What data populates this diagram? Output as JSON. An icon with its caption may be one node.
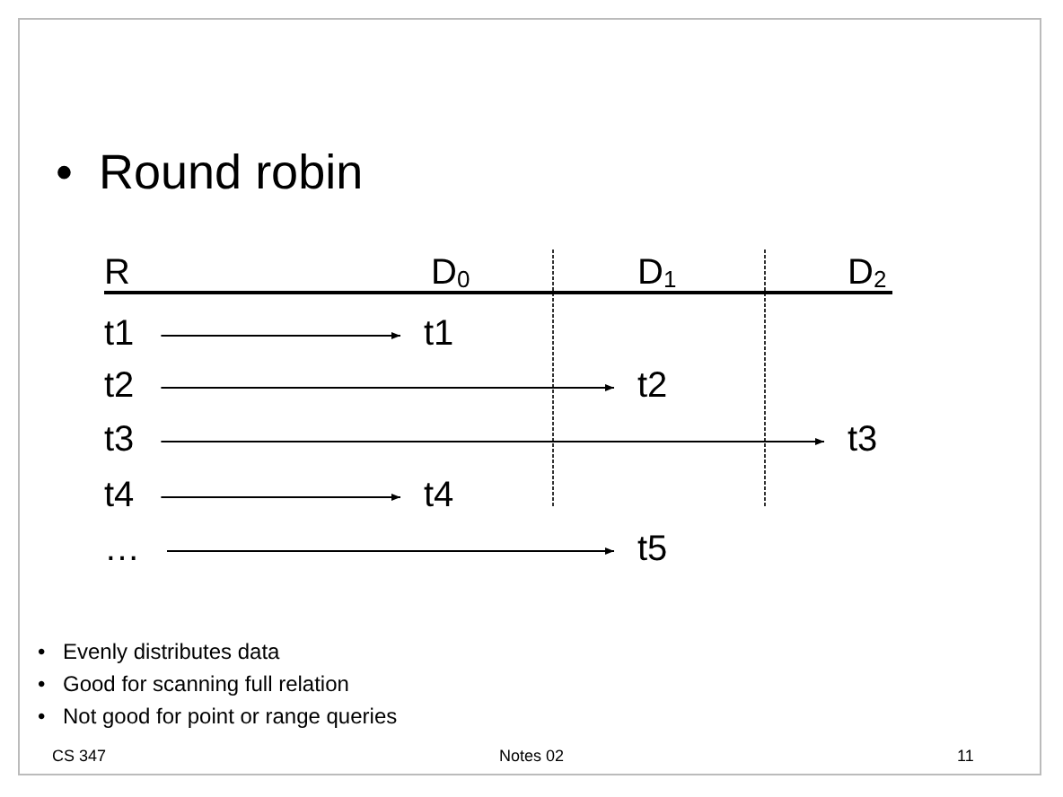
{
  "diagram": {
    "title": "Round robin",
    "nodes": [
      {
        "text": [
          "t1"
        ]
      },
      {
        "text": [
          "t2"
        ]
      },
      {
        "text": [
          "t3"
        ]
      },
      {
        "text": [
          "t4"
        ]
      },
      {
        "text": [
          "…"
        ]
      },
      {
        "text": [
          "t1"
        ]
      },
      {
        "text": [
          "t2"
        ]
      },
      {
        "text": [
          "t3"
        ]
      },
      {
        "text": [
          "t4"
        ]
      },
      {
        "text": [
          "t5"
        ]
      }
    ],
    "edges": [
      {
        "from": 0,
        "to": 5,
        "arrow": "to"
      },
      {
        "from": 1,
        "to": 6,
        "arrow": "to"
      },
      {
        "from": 2,
        "to": 7,
        "arrow": "to"
      },
      {
        "from": 3,
        "to": 8,
        "arrow": "to"
      },
      {
        "from": 4,
        "to": 9,
        "arrow": "to"
      }
    ],
    "labels": [
      "•",
      "R",
      "D$_{0}$",
      "D$_{1}$",
      "D$_{2}$",
      "•",
      "Evenly distributes data",
      "•",
      "Good for scanning full relation",
      "•",
      "Not good for point or range queries",
      "CS 347",
      "Notes 02",
      "11"
    ]
  }
}
